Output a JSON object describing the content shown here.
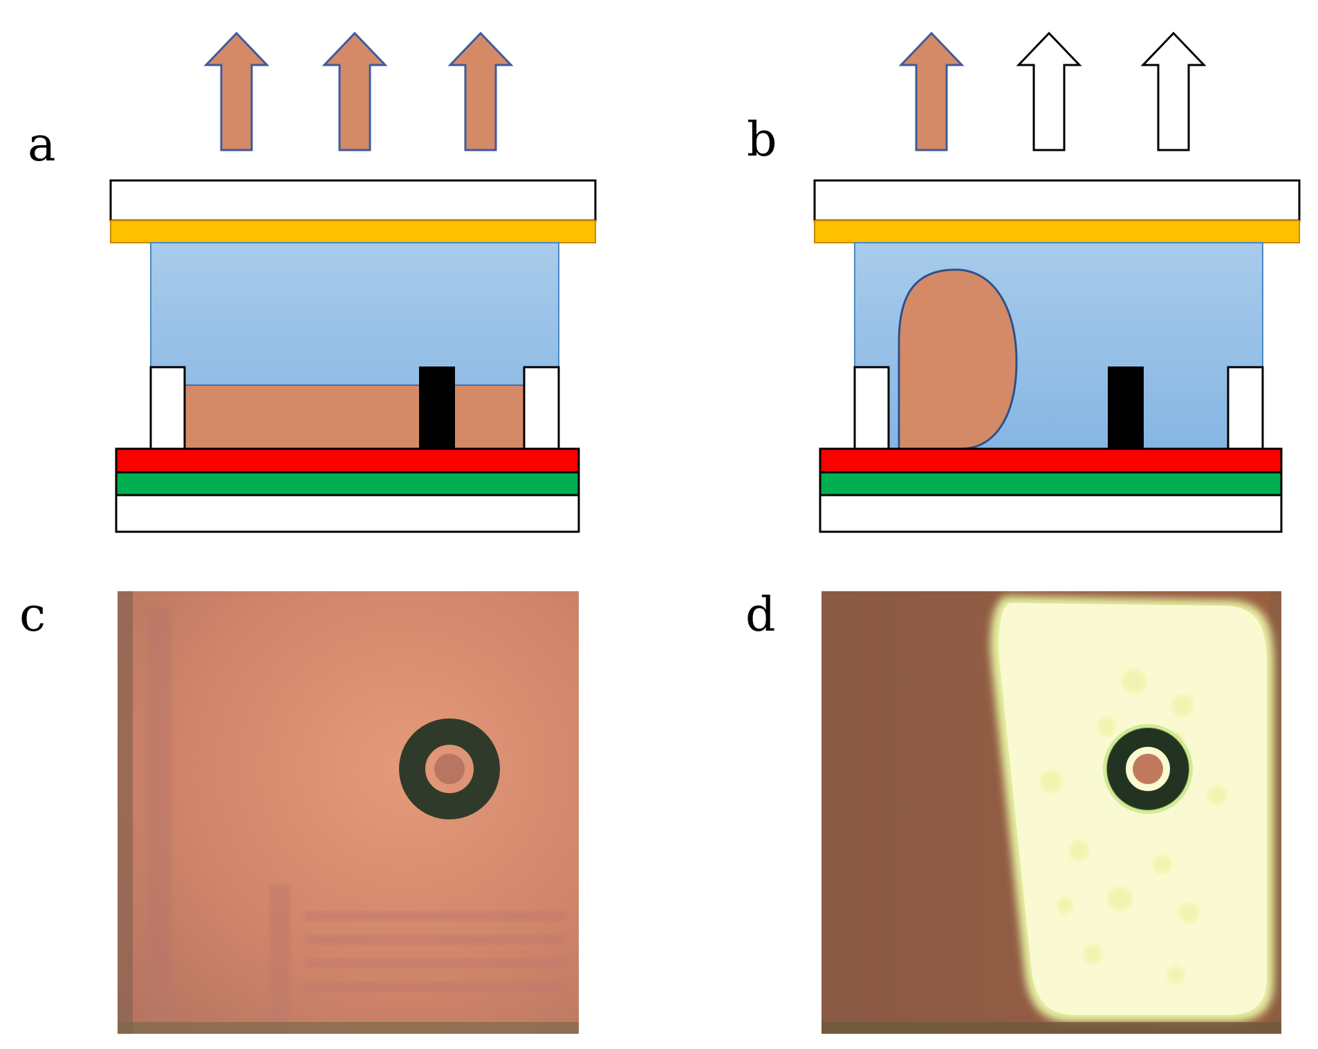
{
  "panels": [
    {
      "id": "a",
      "label": "a",
      "state": "off"
    },
    {
      "id": "b",
      "label": "b",
      "state": "on"
    },
    {
      "id": "c",
      "label": "c"
    },
    {
      "id": "d",
      "label": "d"
    }
  ],
  "arrows": {
    "a": [
      "colored",
      "colored",
      "colored"
    ],
    "b": [
      "colored",
      "white",
      "white"
    ]
  },
  "colors": {
    "arrow_fill": "#d58a67",
    "arrow_stroke": "#3d5a9a",
    "cover_plate": "#ffffff",
    "electrode_top": "#ffc000",
    "water": "#9ec5ea",
    "oil": "#d58a67",
    "spacer": "#ffffff",
    "pillar": "#000000",
    "hydrophobic_layer": "#ff0000",
    "electrode_bottom": "#00b050",
    "substrate": "#ffffff",
    "photo_oil": "#c57a62",
    "photo_bright": "#f8f8c4",
    "photo_dark": "#8e5a40"
  }
}
